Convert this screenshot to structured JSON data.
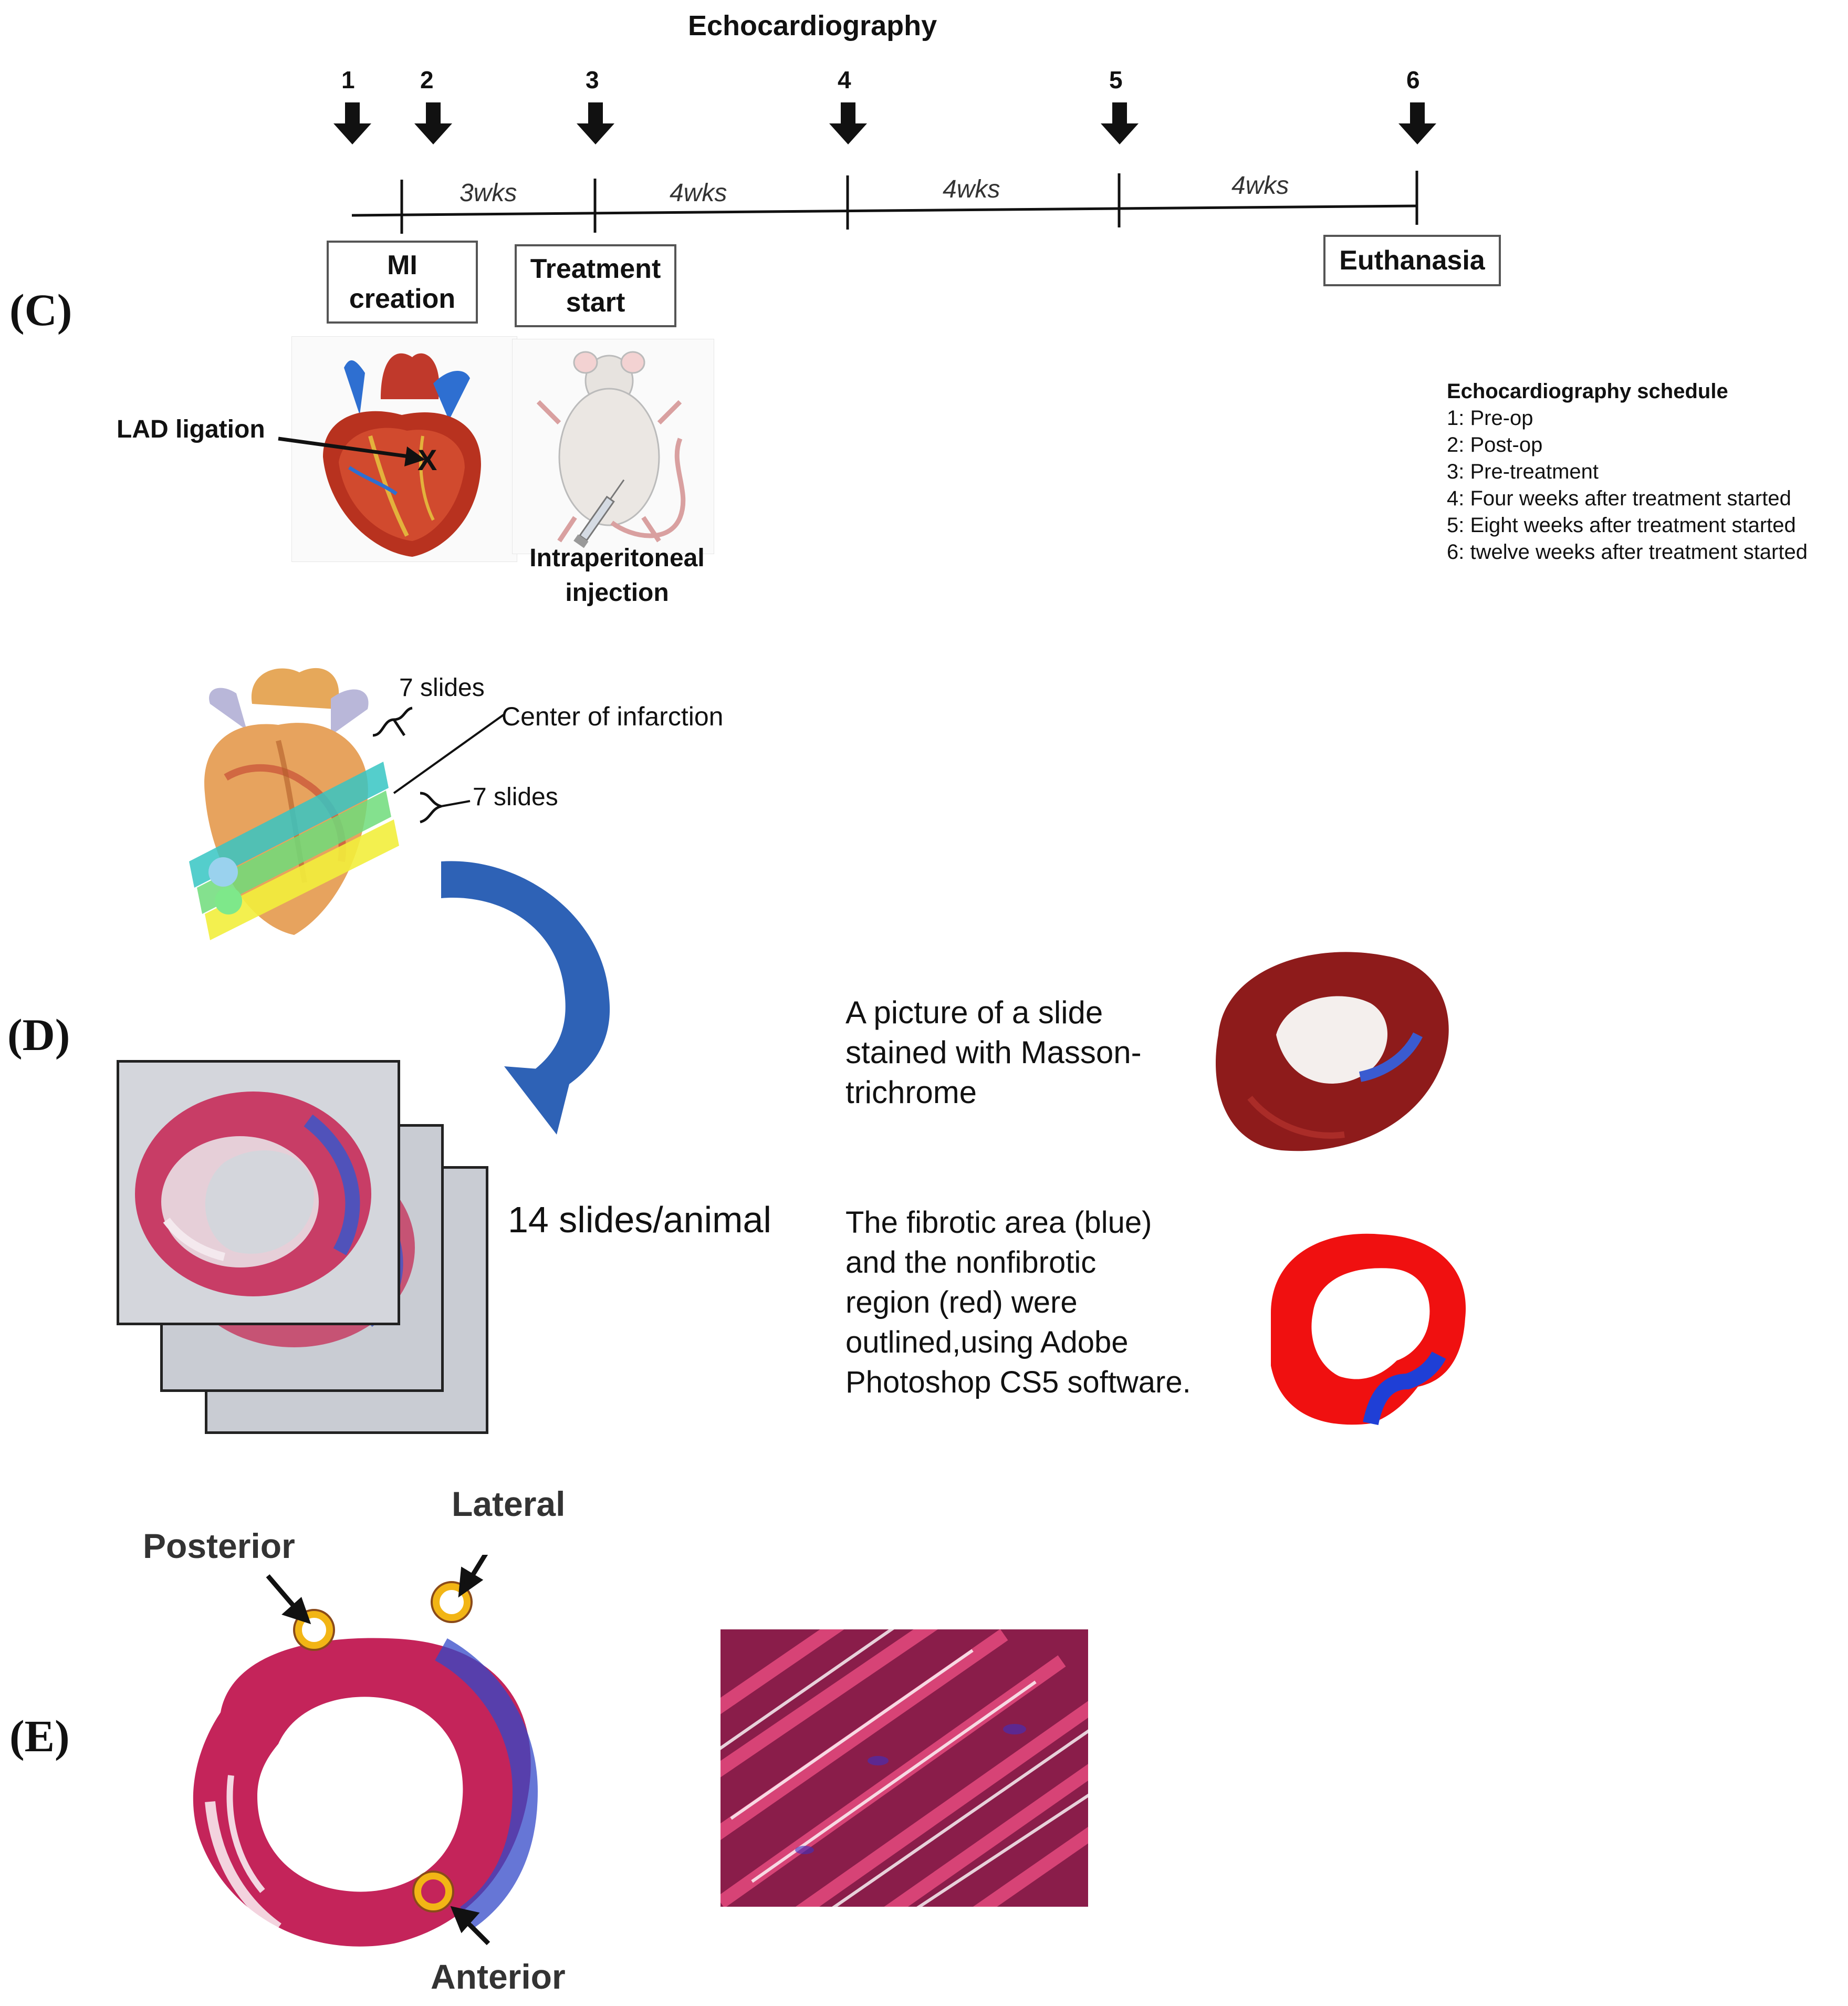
{
  "timeline": {
    "title": "Echocardiography",
    "markers": [
      "1",
      "2",
      "3",
      "4",
      "5",
      "6"
    ],
    "intervals": [
      "3wks",
      "4wks",
      "4wks",
      "4wks"
    ],
    "boxes": {
      "mi_creation": [
        "MI",
        "creation"
      ],
      "treatment_start": [
        "Treatment",
        "start"
      ],
      "euthanasia": "Euthanasia"
    }
  },
  "panel_c": {
    "label": "(C)",
    "lad_ligation": "LAD ligation",
    "injection": [
      "Intraperitoneal",
      "injection"
    ],
    "schedule": {
      "title": "Echocardiography schedule",
      "items": [
        "1: Pre-op",
        "2: Post-op",
        "3: Pre-treatment",
        "4: Four weeks after treatment started",
        "5: Eight weeks after treatment started",
        "6: twelve weeks after treatment started"
      ]
    }
  },
  "panel_d": {
    "label": "(D)",
    "slides_top": "7 slides",
    "center": "Center of infarction",
    "slides_bottom": "7 slides",
    "per_animal": "14 slides/animal",
    "masson_caption": [
      "A picture of a slide",
      "stained with Masson-",
      "trichrome"
    ],
    "fibrotic_caption": [
      "The fibrotic area (blue)",
      "and the nonfibrotic",
      "region (red) were",
      "outlined,using Adobe",
      "Photoshop CS5 software."
    ]
  },
  "panel_e": {
    "label": "(E)",
    "posterior": "Posterior",
    "lateral": "Lateral",
    "anterior": "Anterior"
  },
  "colors": {
    "fibrosis_blue": "#1f3fd6",
    "myocardium_red": "#f01010",
    "masson_red": "#c81e4a",
    "arrow_blue": "#2e62b6"
  }
}
